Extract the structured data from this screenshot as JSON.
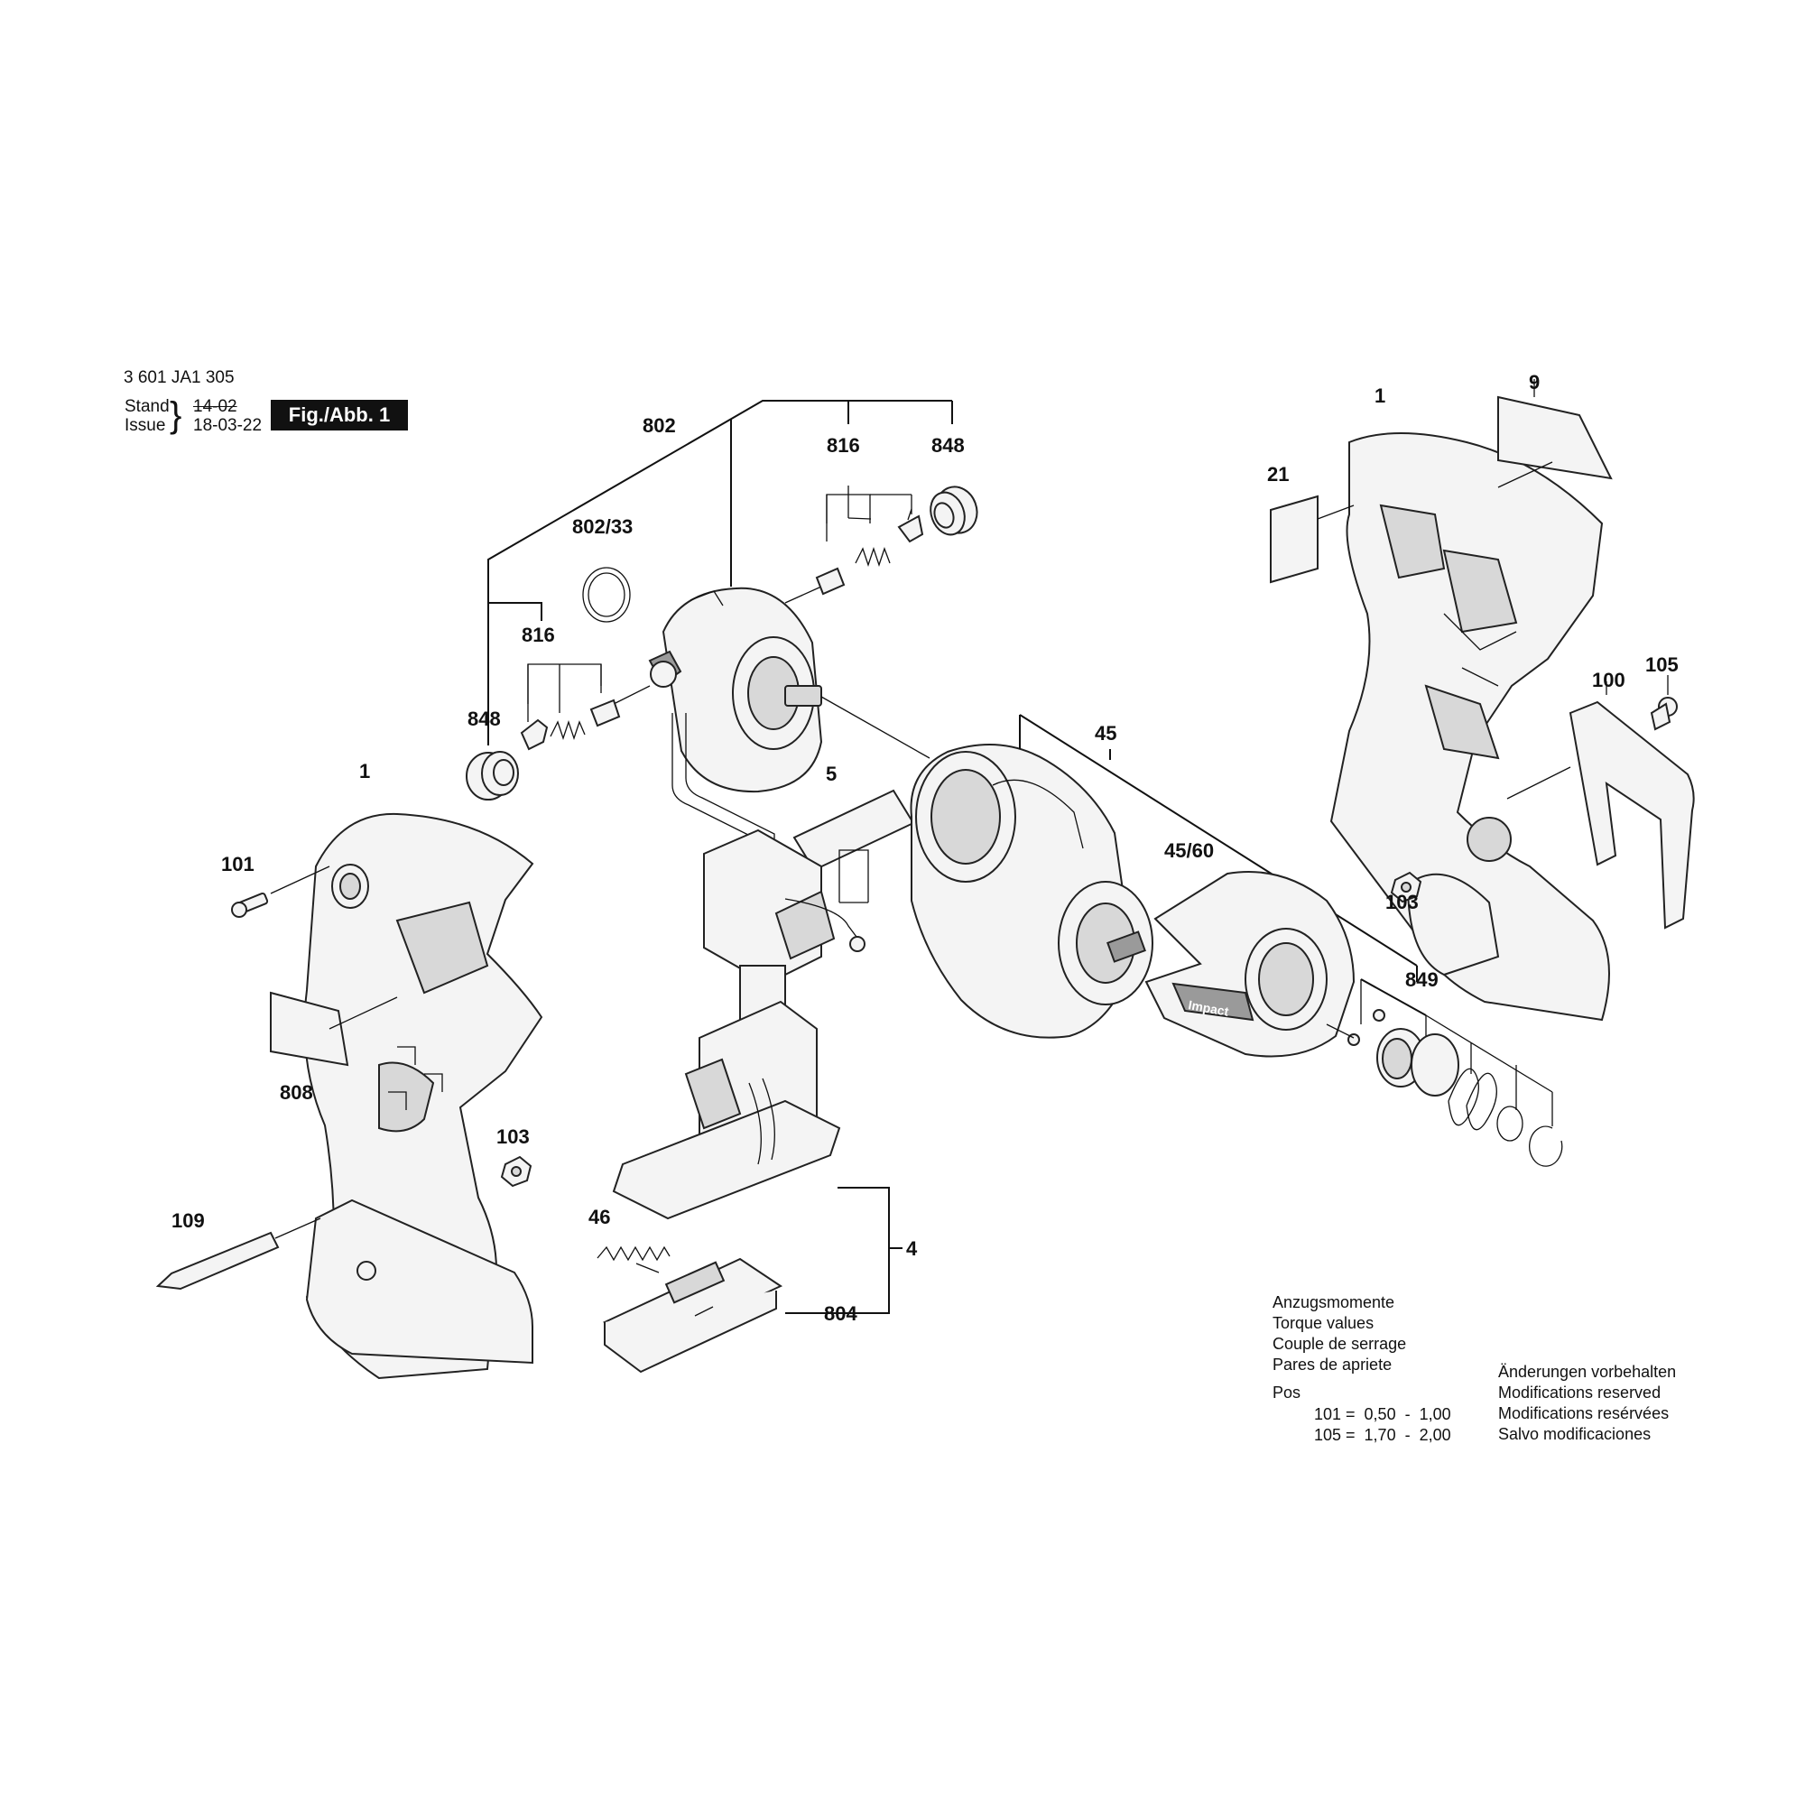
{
  "header": {
    "doc_number": "3 601 JA1 305",
    "stand_label": "Stand",
    "issue_label": "Issue",
    "old_date": "14-02",
    "issue_date": "18-03-22",
    "fig_label": "Fig./Abb. 1"
  },
  "callouts": [
    {
      "id": "802",
      "text": "802"
    },
    {
      "id": "816-top",
      "text": "816"
    },
    {
      "id": "848-top",
      "text": "848"
    },
    {
      "id": "802-33",
      "text": "802/33"
    },
    {
      "id": "816-left",
      "text": "816"
    },
    {
      "id": "848-left",
      "text": "848"
    },
    {
      "id": "1-left",
      "text": "1"
    },
    {
      "id": "101",
      "text": "101"
    },
    {
      "id": "808",
      "text": "808"
    },
    {
      "id": "103-left",
      "text": "103"
    },
    {
      "id": "109",
      "text": "109"
    },
    {
      "id": "5",
      "text": "5"
    },
    {
      "id": "46",
      "text": "46"
    },
    {
      "id": "4",
      "text": "4"
    },
    {
      "id": "804",
      "text": "804"
    },
    {
      "id": "45",
      "text": "45"
    },
    {
      "id": "45-60",
      "text": "45/60"
    },
    {
      "id": "849",
      "text": "849"
    },
    {
      "id": "1-right",
      "text": "1"
    },
    {
      "id": "9",
      "text": "9"
    },
    {
      "id": "21",
      "text": "21"
    },
    {
      "id": "100",
      "text": "100"
    },
    {
      "id": "105",
      "text": "105"
    },
    {
      "id": "103-right",
      "text": "103"
    }
  ],
  "part_marking": "Impact",
  "torque": {
    "headings": [
      "Anzugsmomente",
      "Torque values",
      "Couple de serrage",
      "Pares de apriete"
    ],
    "pos_label": "Pos",
    "rows": [
      "101 =  0,50  -  1,00",
      "105 =  1,70  -  2,00"
    ]
  },
  "modifications": [
    "Änderungen vorbehalten",
    "Modifications reserved",
    "Modifications resérvées",
    "Salvo modificaciones"
  ]
}
